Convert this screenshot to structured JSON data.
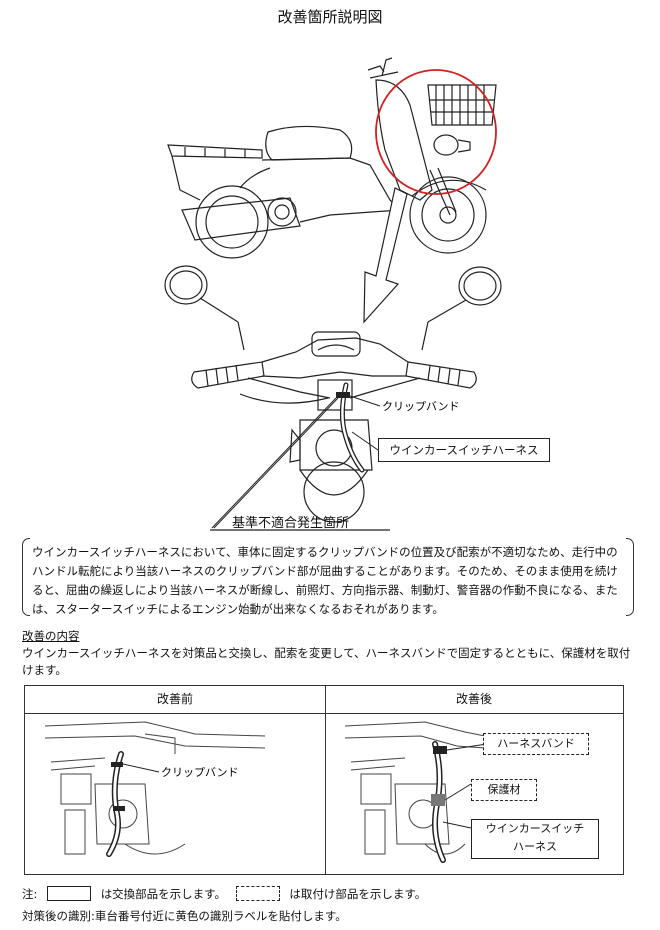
{
  "title": "改善箇所説明図",
  "labels": {
    "clip_band": "クリップバンド",
    "winker_harness": "ウインカースイッチハーネス",
    "defect_location": "基準不適合発生箇所"
  },
  "description": "ウインカースイッチハーネスにおいて、車体に固定するクリップバンドの位置及び配索が不適切なため、走行中のハンドル転舵により当該ハーネスのクリップバンド部が屈曲することがあります。そのため、そのまま使用を続けると、屈曲の繰返しにより当該ハーネスが断線し、前照灯、方向指示器、制動灯、警音器の作動不良になる、または、スタータースイッチによるエンジン始動が出来なくなるおそれがあります。",
  "improvement": {
    "heading": "改善の内容",
    "text": "ウインカースイッチハーネスを対策品と交換し、配索を変更して、ハーネスバンドで固定するとともに、保護材を取付けます。"
  },
  "comparison": {
    "before": {
      "header": "改善前",
      "clip_label": "クリップバンド"
    },
    "after": {
      "header": "改善後",
      "harness_band": "ハーネスバンド",
      "protector": "保護材",
      "winker_line1": "ウインカースイッチ",
      "winker_line2": "ハーネス"
    }
  },
  "notes": {
    "prefix": "注:",
    "replace": "は交換部品を示します。",
    "install": "は取付け部品を示します。",
    "identification": "対策後の識別:車台番号付近に黄色の識別ラベルを貼付します。"
  }
}
